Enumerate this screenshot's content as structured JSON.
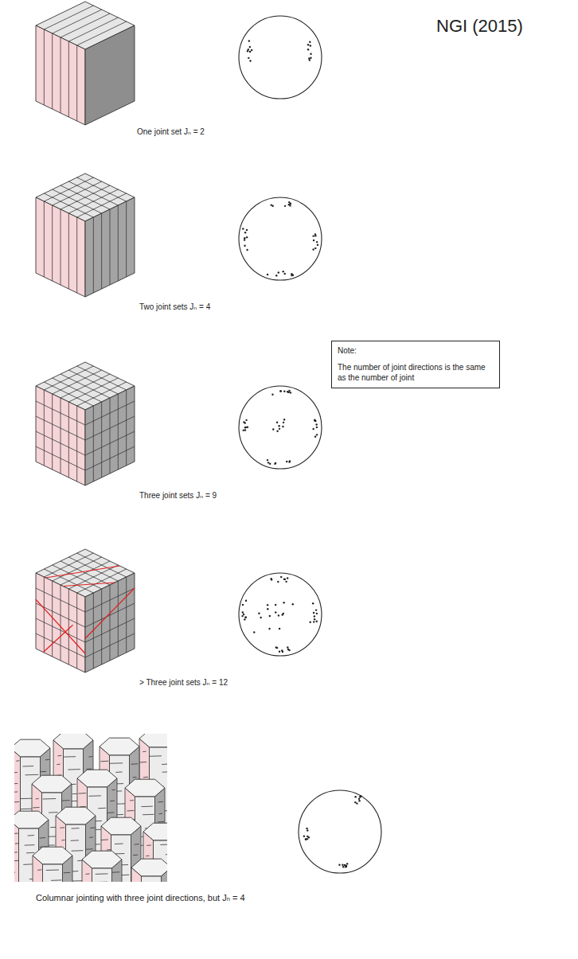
{
  "diagram": {
    "title": "NGI (2015)",
    "nodes": [
      {
        "text": [
          "Note:",
          "The number of joint directions is the same as the number of joint"
        ]
      }
    ],
    "labels": [
      "One joint set Jₙ = 2",
      "Two joint sets Jₙ = 4",
      "Three joint sets Jₙ = 9",
      "> Three joint sets Jₙ = 12",
      "Columnar jointing with three joint directions, but Jₙ = 4"
    ]
  }
}
